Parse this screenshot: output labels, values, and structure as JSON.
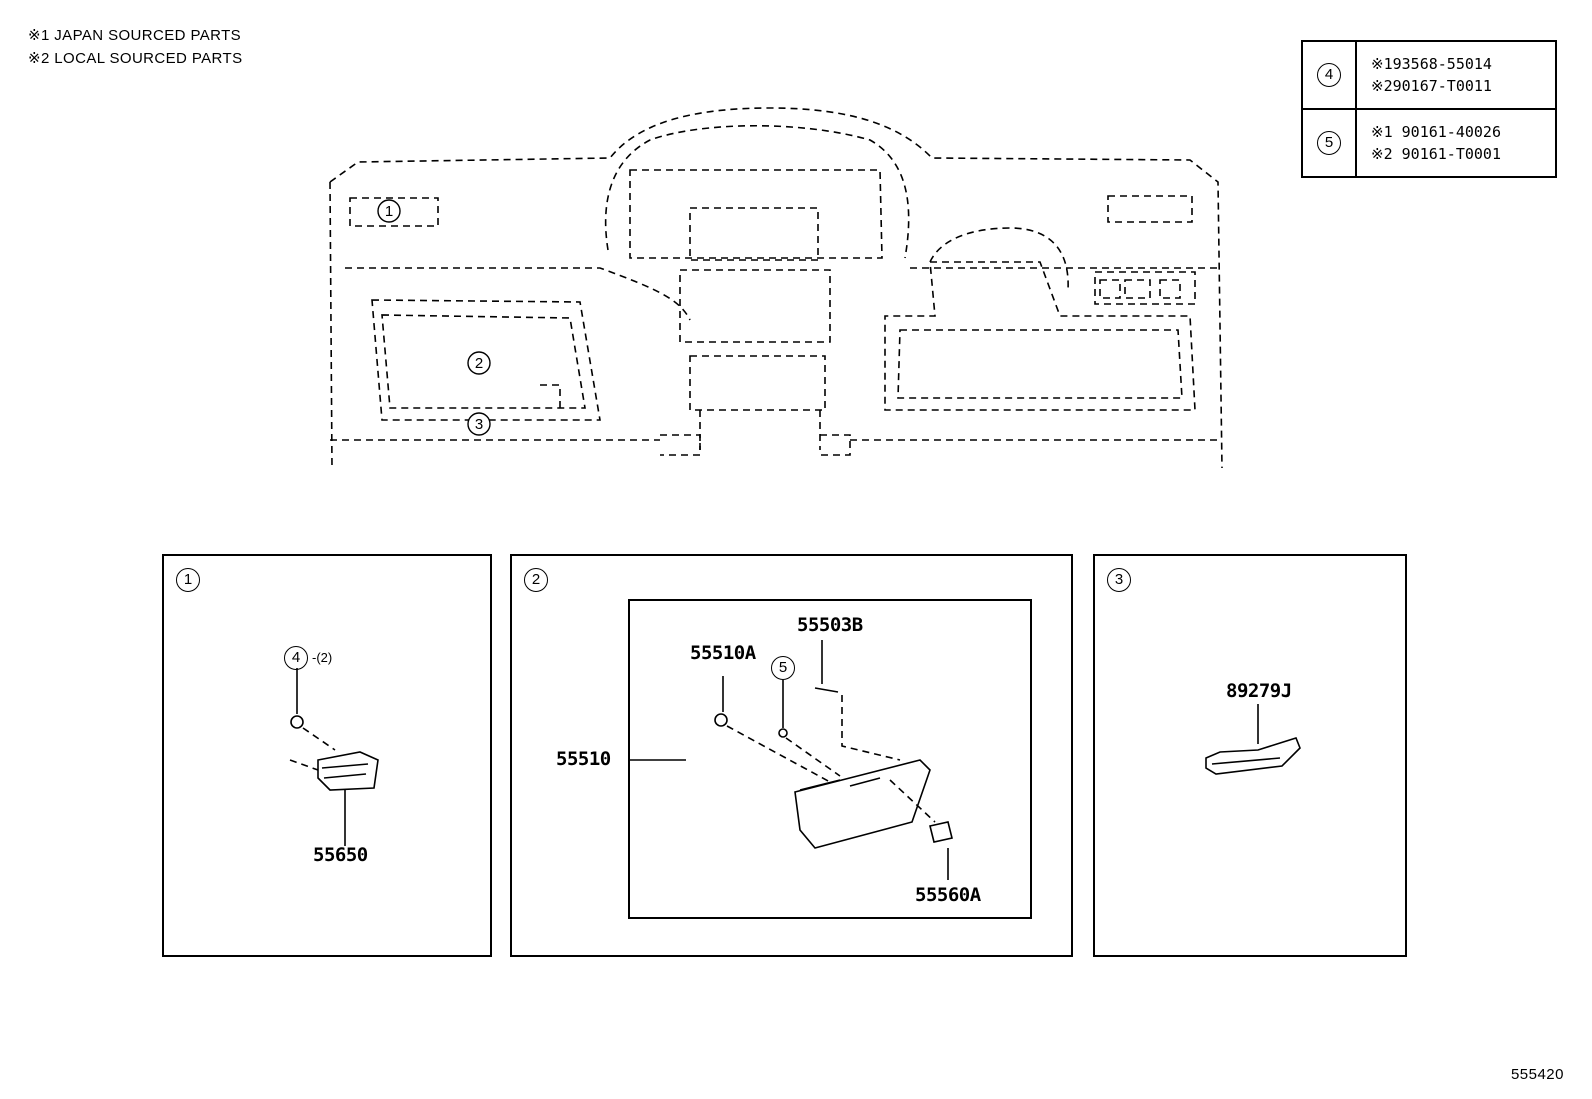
{
  "notes": {
    "note1": "※1 JAPAN SOURCED PARTS",
    "note2": "※2 LOCAL SOURCED PARTS"
  },
  "ref_table": {
    "rows": [
      {
        "key": "4",
        "line1": "※193568-55014",
        "line2": "※290167-T0011"
      },
      {
        "key": "5",
        "line1": "※1 90161-40026",
        "line2": "※2 90161-T0001"
      }
    ]
  },
  "overview": {
    "callouts": [
      "1",
      "2",
      "3"
    ]
  },
  "panel1": {
    "marker": "1",
    "callout_ref": "4",
    "callout_qty": "-(2)",
    "part": "55650"
  },
  "panel2": {
    "marker": "2",
    "parts": {
      "p55510": "55510",
      "p55510a": "55510A",
      "p55503b": "55503B",
      "callout_ref": "5",
      "p55560a": "55560A"
    }
  },
  "panel3": {
    "marker": "3",
    "part": "89279J"
  },
  "diagram_code": "555420"
}
